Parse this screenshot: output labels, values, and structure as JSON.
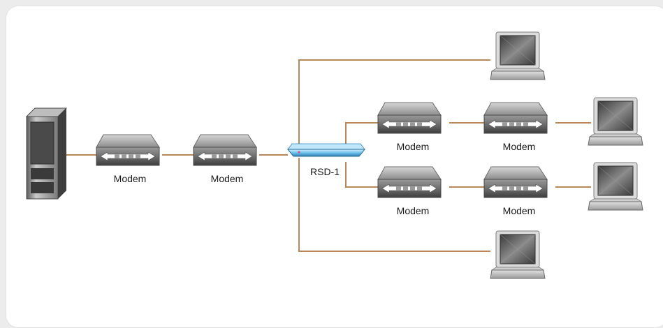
{
  "diagram": {
    "modem_label": "Modem",
    "hub_label": "RSD-1",
    "colors": {
      "link": "#b8875a",
      "hub": "#4aa3d8",
      "modem": "#8a8a8a",
      "screen": "#5a5a5a"
    },
    "labels": {
      "modem1": "Modem",
      "modem2": "Modem",
      "modem3": "Modem",
      "modem4": "Modem",
      "modem5": "Modem",
      "modem6": "Modem",
      "hub": "RSD-1"
    }
  }
}
